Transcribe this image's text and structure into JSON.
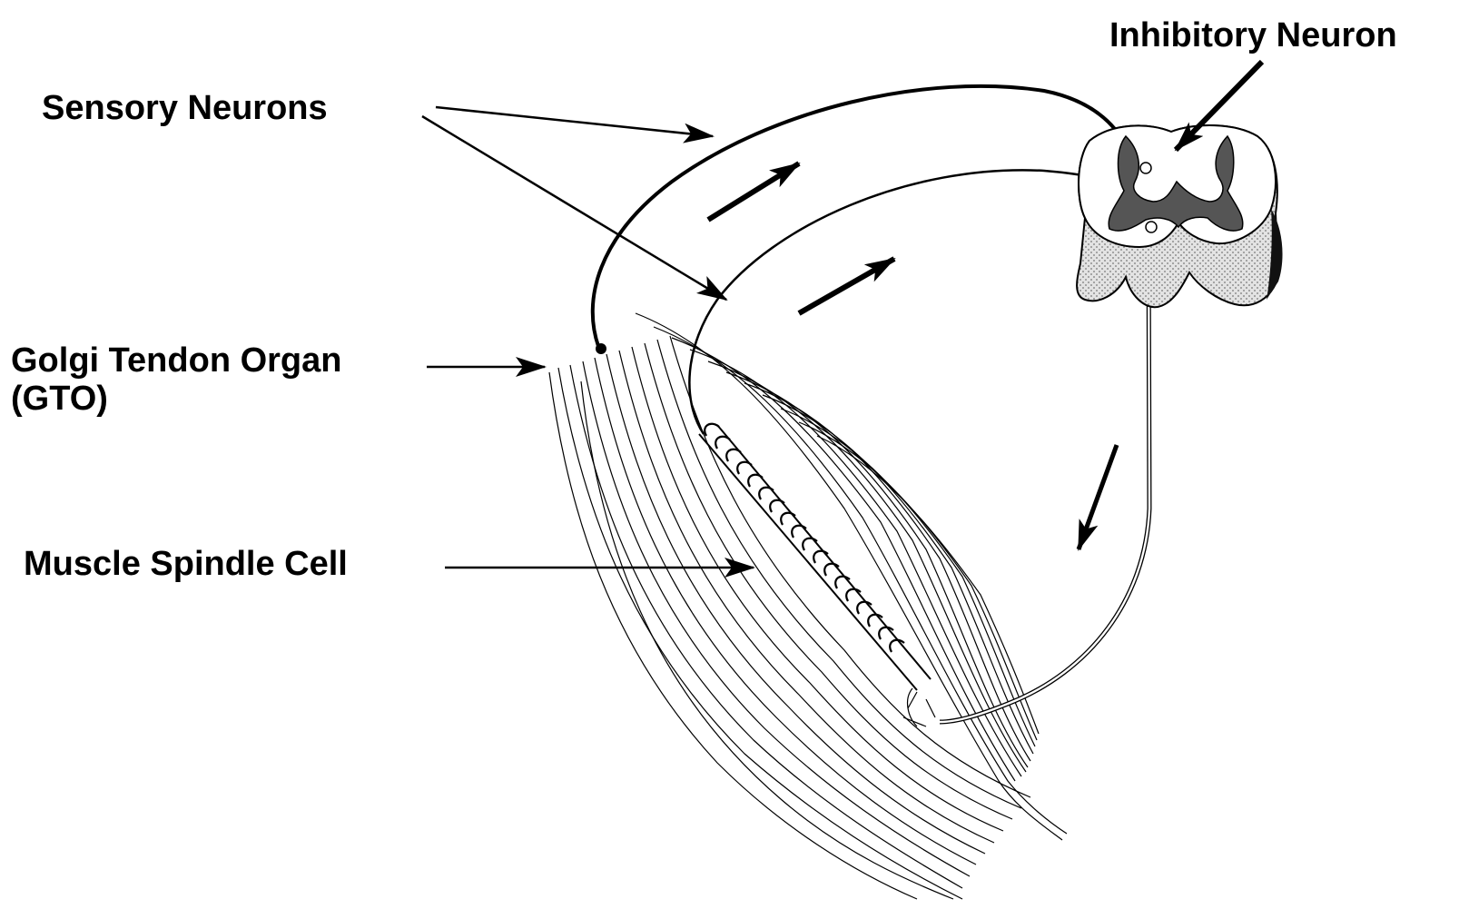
{
  "labels": {
    "inhibitory_neuron": "Inhibitory Neuron",
    "sensory_neurons": "Sensory Neurons",
    "gto_line1": "Golgi Tendon Organ",
    "gto_line2": "(GTO)",
    "muscle_spindle": "Muscle Spindle Cell"
  },
  "colors": {
    "ink": "#000000",
    "background": "#ffffff",
    "grey_matter": "#555555",
    "stipple": "#bdbdbd"
  }
}
